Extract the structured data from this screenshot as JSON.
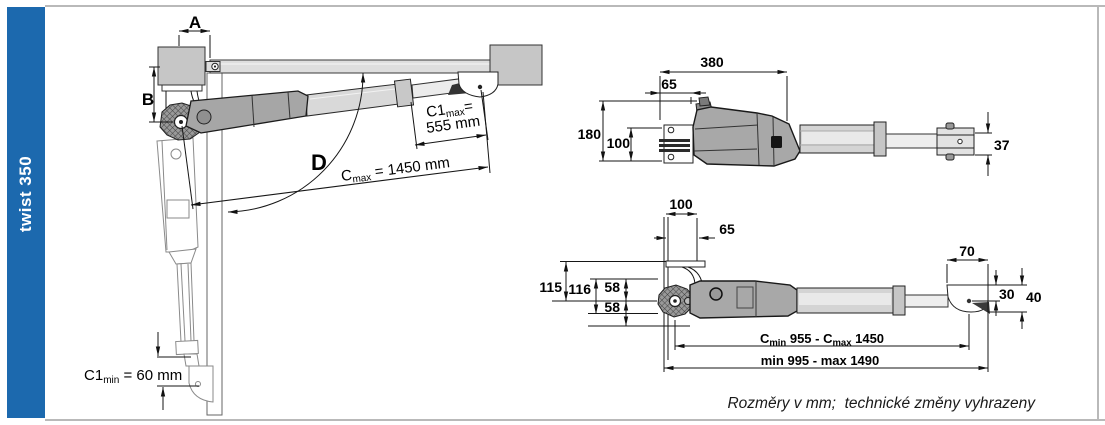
{
  "sidebar": {
    "label": "twist 350"
  },
  "footer_note": "Rozměry v mm;  technické změny vyhrazeny",
  "colors": {
    "accent_blue": "#1c69ae",
    "body_gray": "#a8a8a8",
    "light_gray": "#d8d8d8",
    "post_gray": "#c6c6c6",
    "line": "#161616"
  },
  "left_view": {
    "dim_a": "A",
    "dim_b": "B",
    "angle_label": "D",
    "c1max": {
      "name": "C1",
      "sub": "max",
      "eq": "=",
      "value": "555 mm"
    },
    "cmax": {
      "name": "C",
      "sub": "max",
      "value": " = 1450 mm"
    },
    "c1min": {
      "name": "C1",
      "sub": "min",
      "value": " = 60 mm"
    }
  },
  "top_view": {
    "total_length": "380",
    "knob_offset": "65",
    "total_height": "180",
    "bracket_height": "100",
    "rod_end_height": "37"
  },
  "bottom_view": {
    "bracket_width": "100",
    "pivot_offset": "65",
    "flange_to_axis": "115",
    "hinge_height": "116",
    "upper_half": "58",
    "lower_half": "58",
    "end_bracket_width": "70",
    "axis_depth": "30",
    "end_bracket_height": "40",
    "stroke_range": {
      "c1": "C",
      "s1": "min",
      "t1": " 955 - ",
      "c2": "C",
      "s2": "max",
      "t2": " 1450"
    },
    "overall_range": "min 995 - max 1490"
  }
}
